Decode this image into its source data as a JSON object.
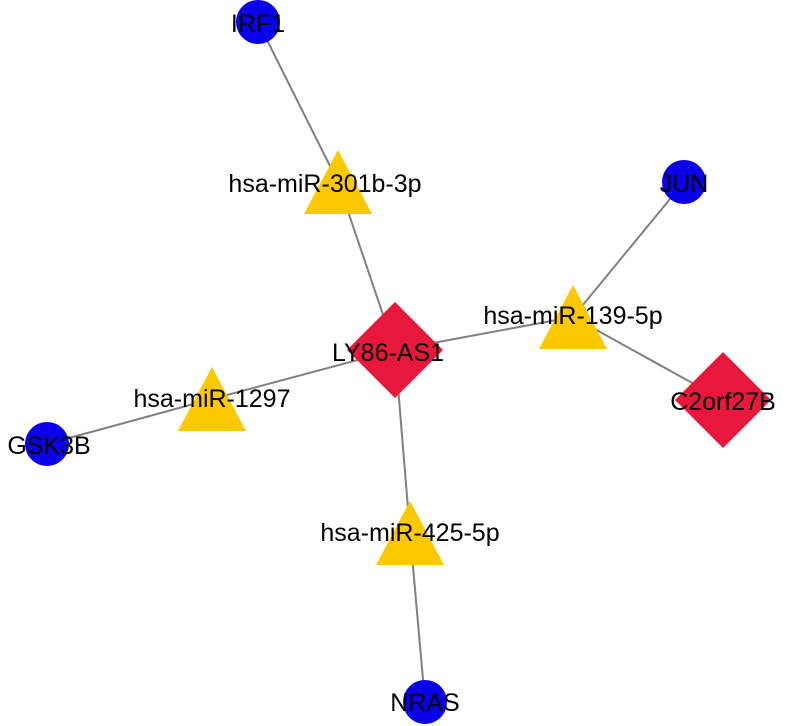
{
  "network": {
    "colors": {
      "lncrna": "#e8183c",
      "mirna": "#fcc800",
      "mrna": "#0a00ea",
      "edge": "#808080"
    },
    "nodes": [
      {
        "id": "ly86",
        "label": "LY86-AS1",
        "kind": "lncrna",
        "shape": "diamond"
      },
      {
        "id": "c2orf27b",
        "label": "C2orf27B",
        "kind": "lncrna",
        "shape": "diamond"
      },
      {
        "id": "mir301b",
        "label": "hsa-miR-301b-3p",
        "kind": "mirna",
        "shape": "triangle"
      },
      {
        "id": "mir139",
        "label": "hsa-miR-139-5p",
        "kind": "mirna",
        "shape": "triangle"
      },
      {
        "id": "mir1297",
        "label": "hsa-miR-1297",
        "kind": "mirna",
        "shape": "triangle"
      },
      {
        "id": "mir425",
        "label": "hsa-miR-425-5p",
        "kind": "mirna",
        "shape": "triangle"
      },
      {
        "id": "irf1",
        "label": "IRF1",
        "kind": "mrna",
        "shape": "circle"
      },
      {
        "id": "jun",
        "label": "JUN",
        "kind": "mrna",
        "shape": "circle"
      },
      {
        "id": "gsk3b",
        "label": "GSK3B",
        "kind": "mrna",
        "shape": "circle"
      },
      {
        "id": "nras",
        "label": "NRAS",
        "kind": "mrna",
        "shape": "circle"
      }
    ],
    "edges": [
      {
        "source": "irf1",
        "target": "mir301b"
      },
      {
        "source": "mir301b",
        "target": "ly86"
      },
      {
        "source": "ly86",
        "target": "mir139"
      },
      {
        "source": "mir139",
        "target": "jun"
      },
      {
        "source": "mir139",
        "target": "c2orf27b"
      },
      {
        "source": "ly86",
        "target": "mir1297"
      },
      {
        "source": "mir1297",
        "target": "gsk3b"
      },
      {
        "source": "ly86",
        "target": "mir425"
      },
      {
        "source": "mir425",
        "target": "nras"
      }
    ]
  }
}
